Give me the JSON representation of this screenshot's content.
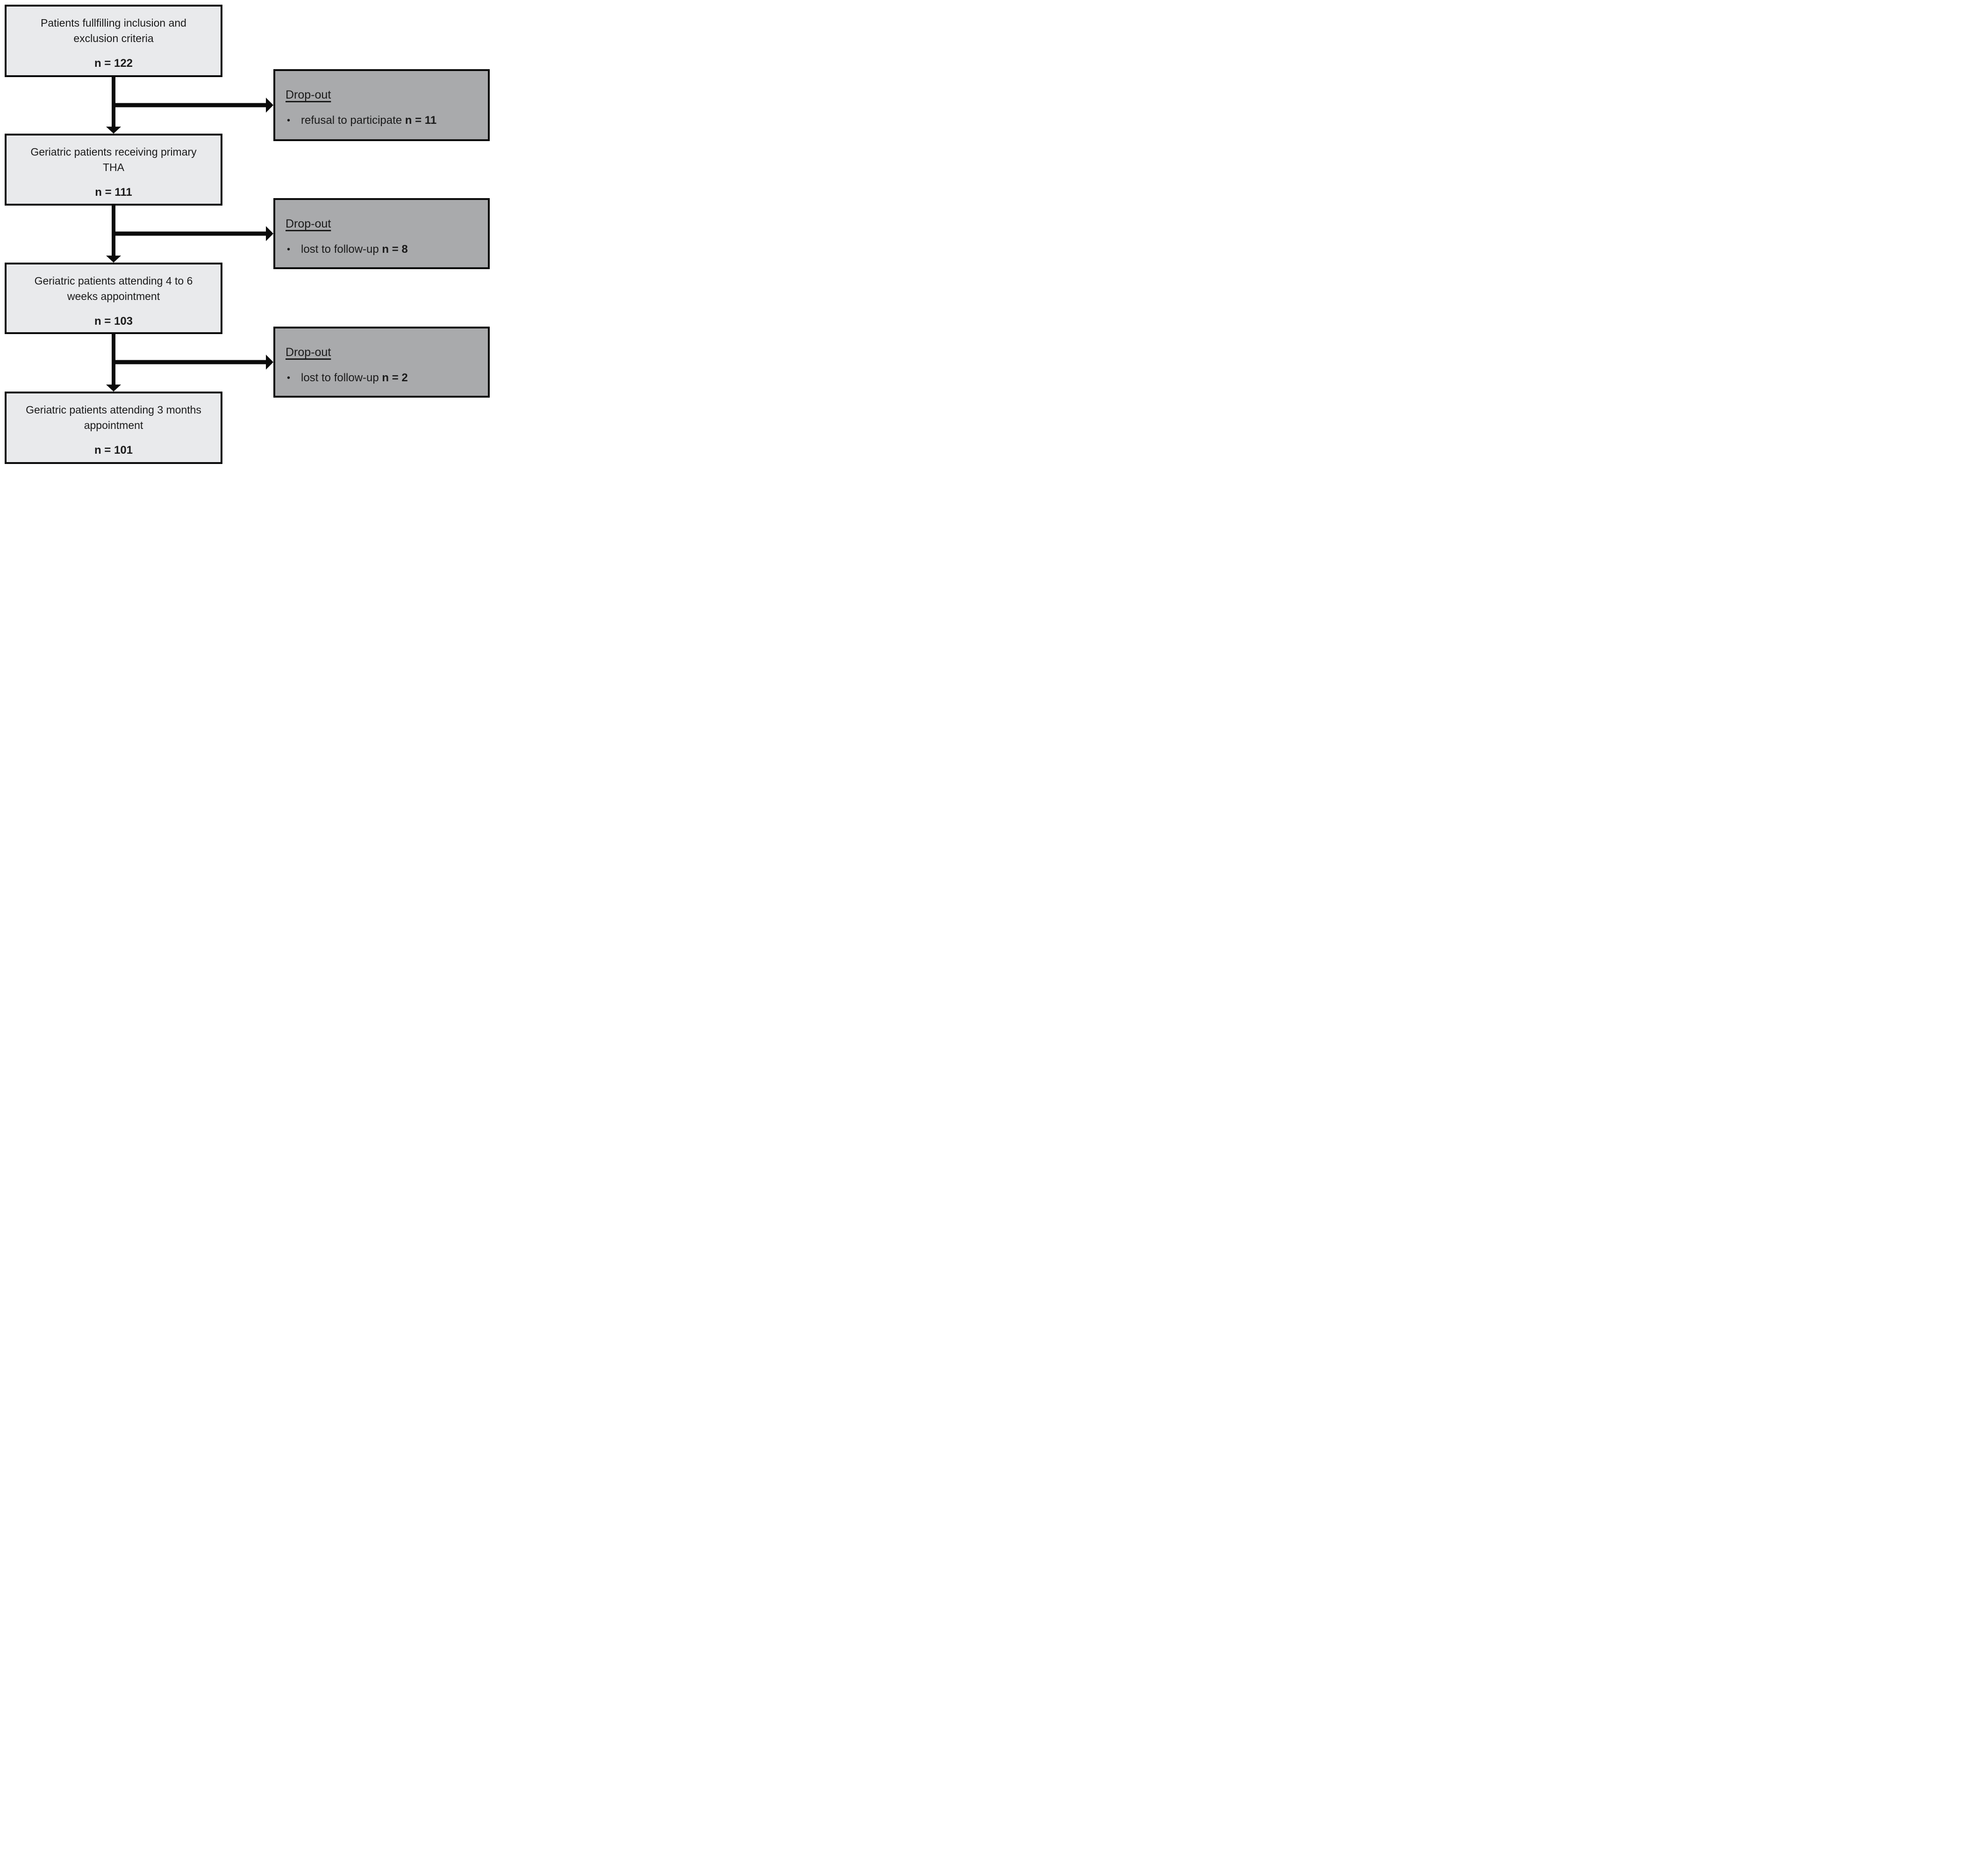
{
  "bullet": "•",
  "colors": {
    "main_box_fill": "#e9eaec",
    "dropout_box_fill": "#a9aaac",
    "box_border": "#0b0b0b",
    "arrow": "#0b0b0b",
    "text": "#1a1a1a",
    "background": "#ffffff"
  },
  "main_boxes": [
    {
      "title": "Patients fullfilling inclusion and\nexclusion criteria",
      "n_label": "n = 122"
    },
    {
      "title": "Geriatric patients receiving primary\nTHA",
      "n_label": "n = 111"
    },
    {
      "title": "Geriatric patients attending 4 to 6\nweeks appointment",
      "n_label": "n = 103"
    },
    {
      "title": "Geriatric patients attending 3 months\nappointment",
      "n_label": "n = 101"
    }
  ],
  "dropout_boxes": [
    {
      "title": "Drop-out",
      "reason": "refusal to participate",
      "n_label": "n = 11"
    },
    {
      "title": "Drop-out",
      "reason": "lost to follow-up",
      "n_label": "n = 8"
    },
    {
      "title": "Drop-out",
      "reason": "lost to follow-up",
      "n_label": "n = 2"
    }
  ]
}
